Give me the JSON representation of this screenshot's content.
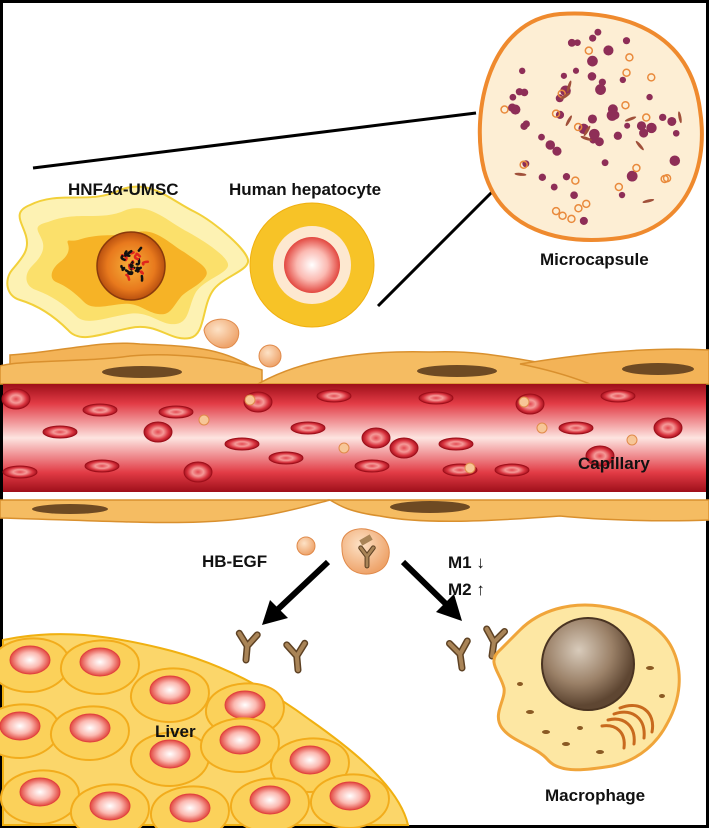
{
  "labels": {
    "hnf4a_umsc": "HNF4α-UMSC",
    "human_hepatocyte": "Human hepatocyte",
    "microcapsule": "Microcapsule",
    "capillary": "Capillary",
    "hb_egf": "HB-EGF",
    "m1": "M1 ↓",
    "m2": "M2 ↑",
    "liver": "Liver",
    "macrophage": "Macrophage"
  },
  "colors": {
    "outline": "#000000",
    "cell_yellow": "#f6c531",
    "cell_light": "#fbe6a4",
    "cell_orange": "#f29b1c",
    "nucleus_red": "#d9343f",
    "vessel_dark": "#a3121d",
    "vessel_mid": "#e8414b",
    "vessel_light": "#fbd2cf",
    "rbc": "#c51f2d",
    "endothelium": "#f3b357",
    "endothelium_nucleus": "#6e4a23",
    "antibody": "#8b6a3c",
    "vesicle": "#f7c697",
    "capsule_fill": "#fde9c8",
    "capsule_dot": "#8e2e57",
    "capsule_ring": "#e98a3c",
    "macrophage_nucleus": "#8a6f58"
  }
}
